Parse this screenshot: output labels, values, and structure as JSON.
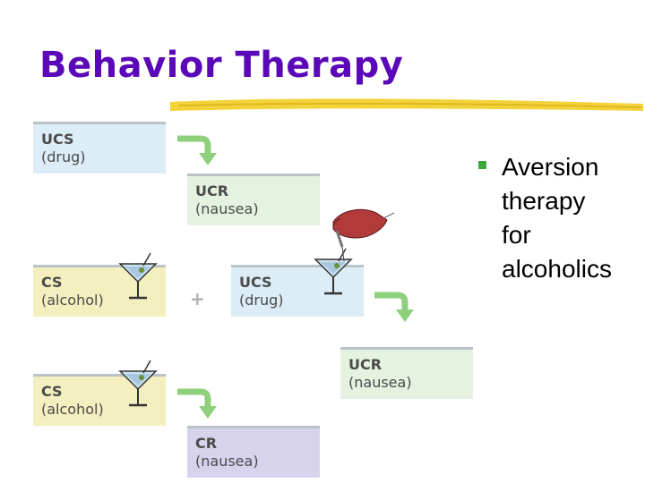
{
  "slide": {
    "title": "Behavior Therapy",
    "colors": {
      "title": "#5a08b8",
      "underline": "#f3d23a",
      "arrow": "#8fd07d",
      "bullet": "#3da83d"
    }
  },
  "diagram": {
    "ucs_drug_1": {
      "abbr": "UCS",
      "desc": "(drug)"
    },
    "ucr_nausea_1": {
      "abbr": "UCR",
      "desc": "(nausea)"
    },
    "cs_alcohol_1": {
      "abbr": "CS",
      "desc": "(alcohol)"
    },
    "plus": "+",
    "ucs_drug_2": {
      "abbr": "UCS",
      "desc": "(drug)"
    },
    "ucr_nausea_2": {
      "abbr": "UCR",
      "desc": "(nausea)"
    },
    "cs_alcohol_2": {
      "abbr": "CS",
      "desc": "(alcohol)"
    },
    "cr_nausea": {
      "abbr": "CR",
      "desc": "(nausea)"
    }
  },
  "bullets": [
    {
      "text": "Aversion therapy for alcoholics",
      "lines": [
        "Aversion",
        "therapy",
        "for",
        "alcoholics"
      ]
    }
  ],
  "icons": [
    "martini-glass-icon",
    "hand-with-syringe-icon",
    "curved-arrow-icon"
  ]
}
